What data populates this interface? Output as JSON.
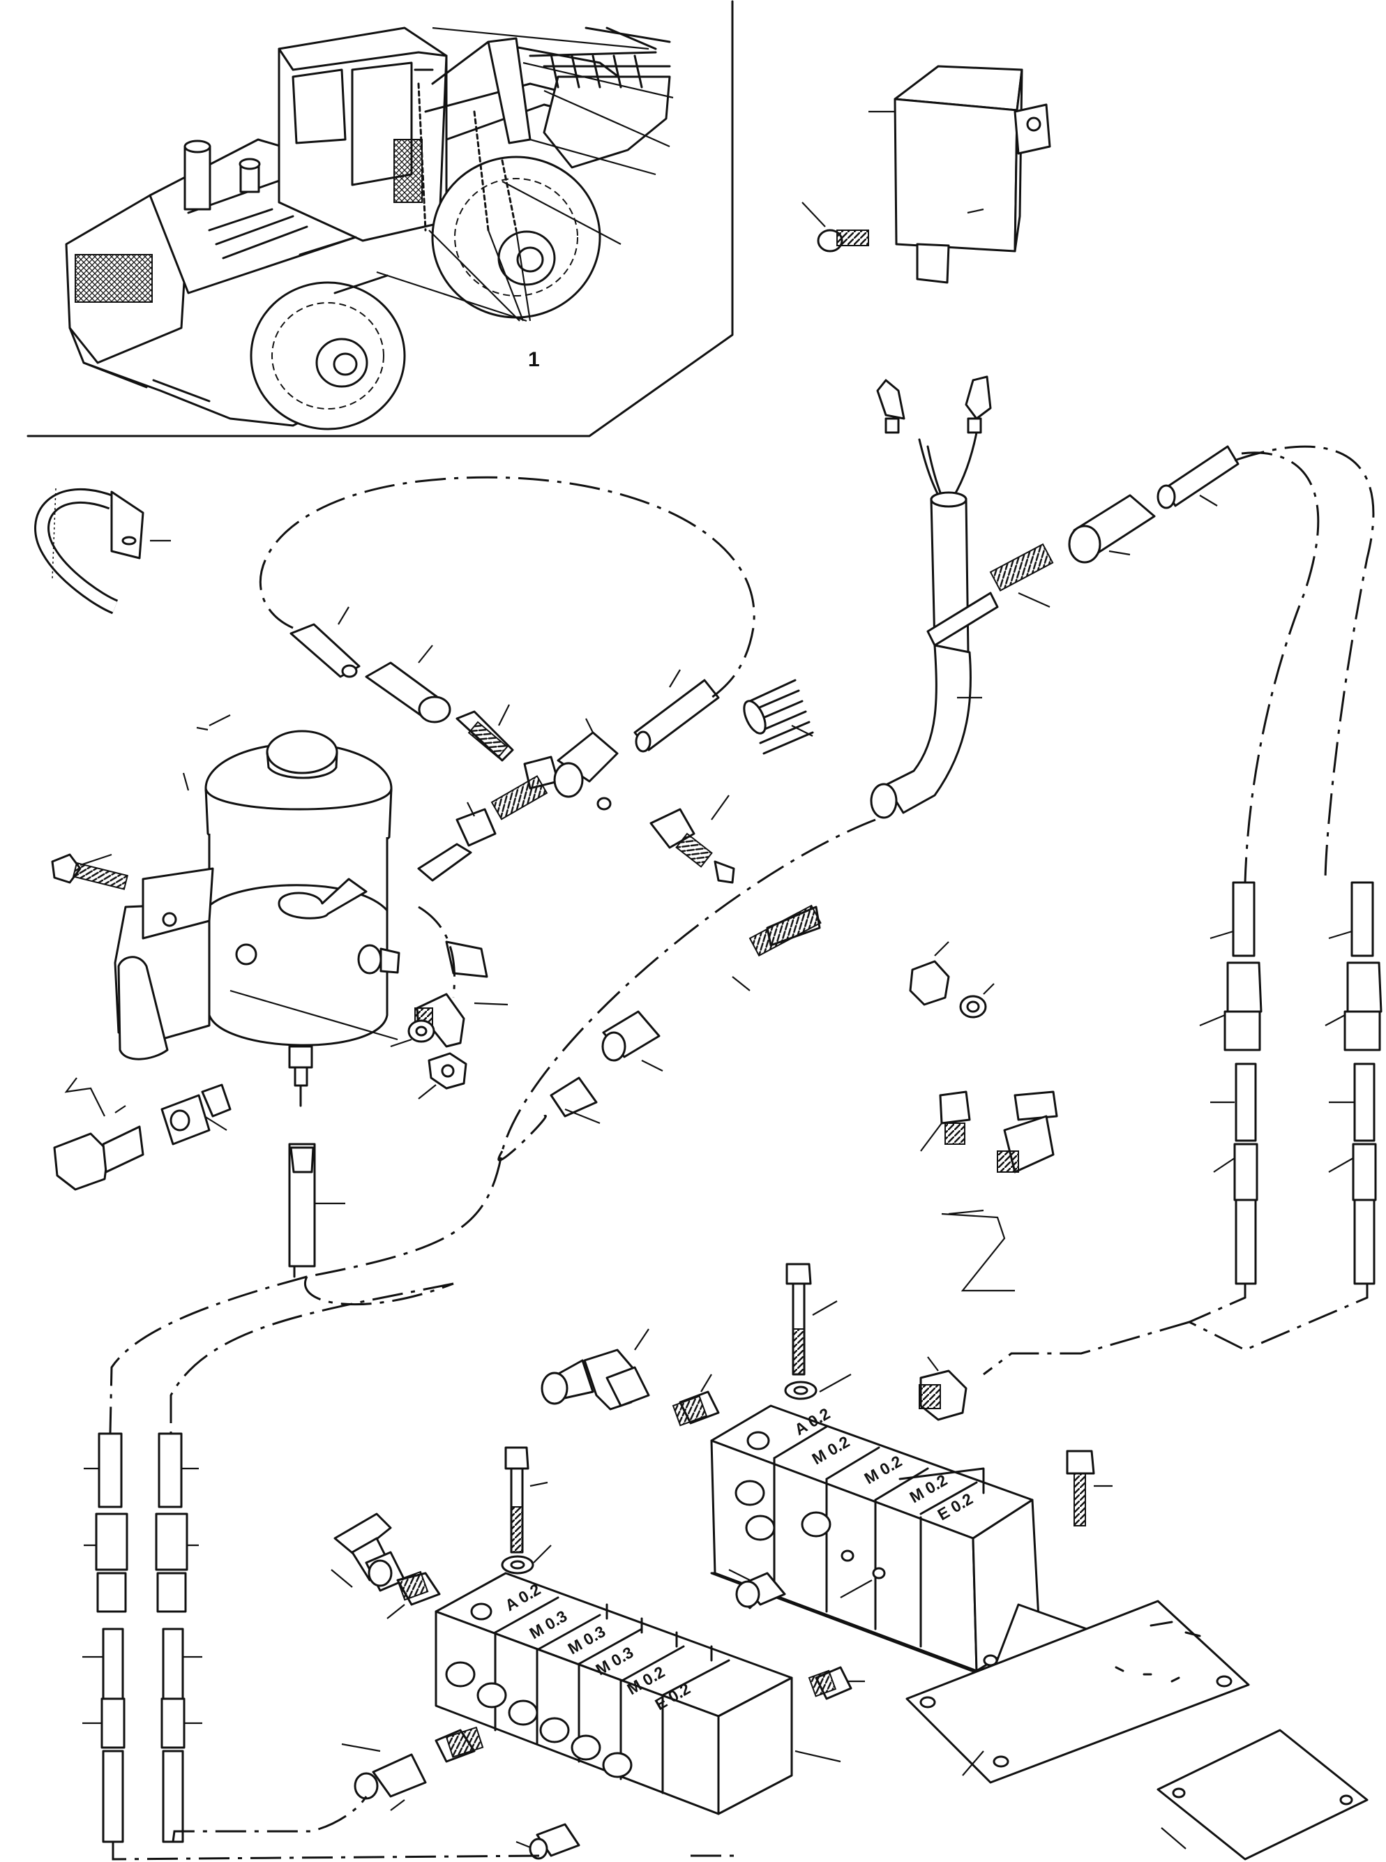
{
  "diagram": {
    "inset_callout": "1",
    "distributor_large_sections": [
      "A 0.2",
      "M 0.3",
      "M 0.3",
      "M 0.3",
      "M 0.2",
      "E 0.2"
    ],
    "distributor_small_sections": [
      "A 0.2",
      "M 0.2",
      "M 0.2",
      "M 0.2",
      "E 0.2"
    ]
  }
}
